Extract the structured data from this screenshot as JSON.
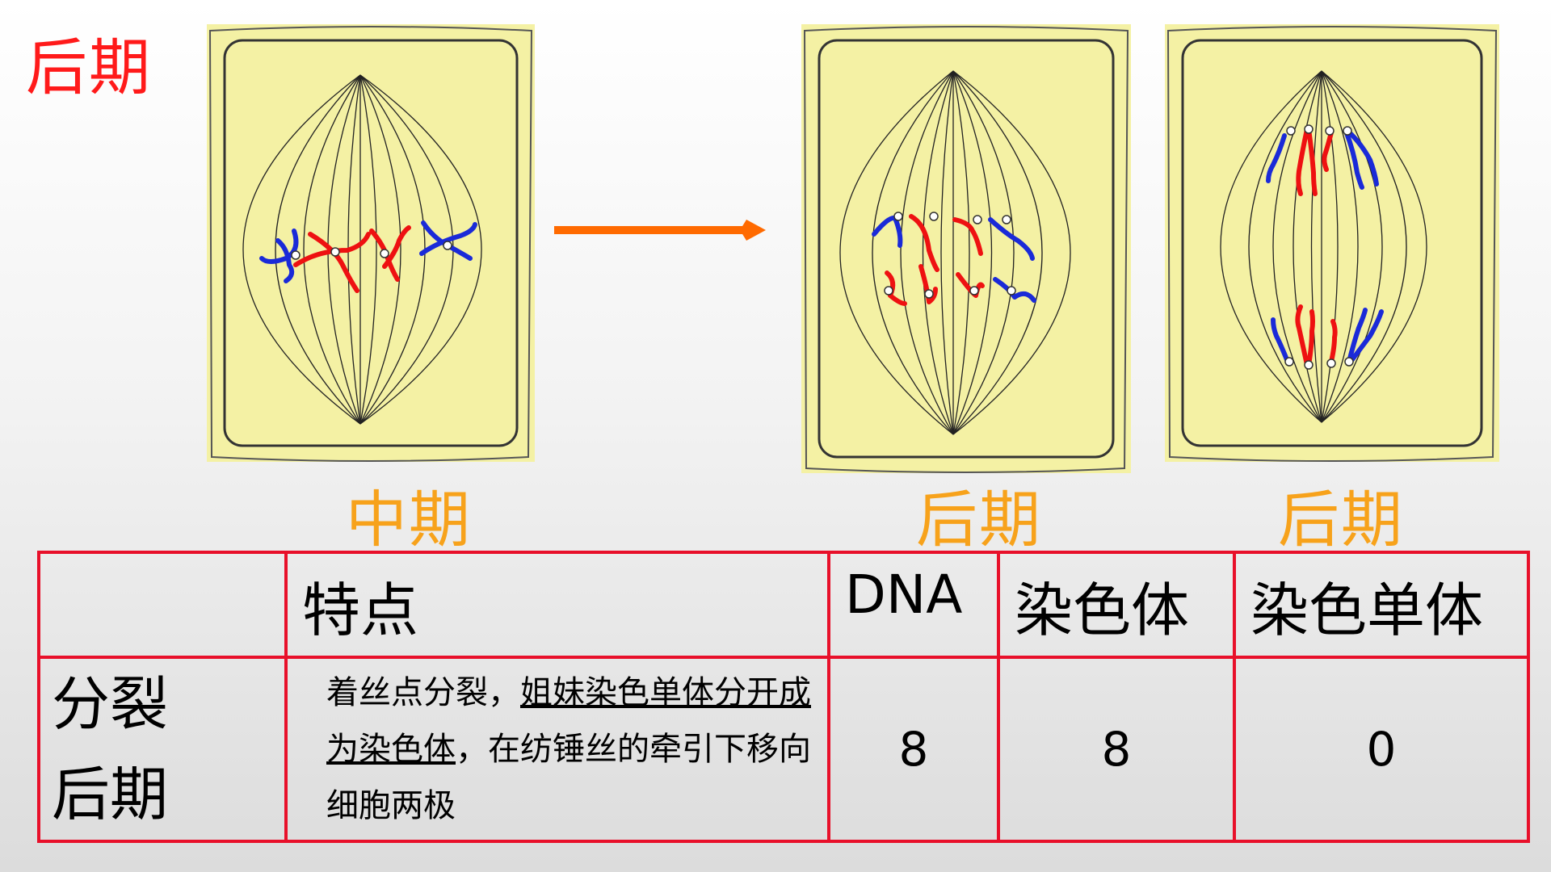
{
  "slide": {
    "title": "后期"
  },
  "figures": [
    {
      "id": "metaphase",
      "label": "中期"
    },
    {
      "id": "anaphase-early",
      "label": "后期"
    },
    {
      "id": "anaphase-late",
      "label": "后期"
    }
  ],
  "colors": {
    "title": "#ff1a1a",
    "stage_label": "#f7a21b",
    "cell_fill": "#f4f1a4",
    "chromosome_red": "#ee1111",
    "chromosome_blue": "#1a2ad8",
    "arrow": "#ff6a00",
    "table_border": "#e8102a",
    "table_text_blue": "#1414ff"
  },
  "table": {
    "headers": [
      "",
      "特点",
      "DNA",
      "染色体",
      "染色单体"
    ],
    "row": {
      "label_line1": "分裂",
      "label_line2": "后期",
      "feature_part1": "着丝点分裂，",
      "feature_part2": "姐妹染色单体分开成为染色体",
      "feature_part3": "，在纺锤丝的牵引下移向细胞两极",
      "dna": "8",
      "chromosomes": "8",
      "chromatids": "0"
    }
  }
}
